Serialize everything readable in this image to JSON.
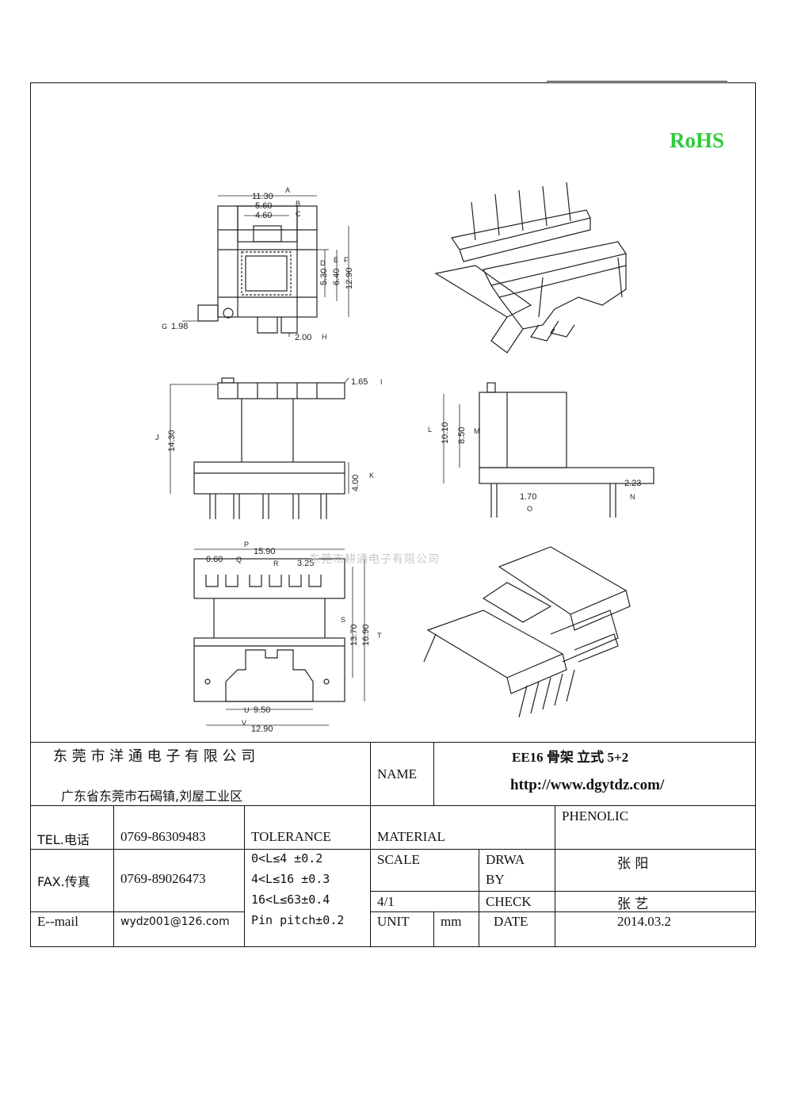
{
  "badge": "RoHS",
  "watermark": "东莞市耕通电子有限公司",
  "dimensions": {
    "A": "11.30",
    "B": "5.60",
    "C": "4.60",
    "D": "5.30",
    "E": "6.40",
    "F": "12.90",
    "G": "1.98",
    "H": "2.00",
    "I": "1.65",
    "J": "14.30",
    "K": "4.00",
    "L": "10.10",
    "M": "8.50",
    "N": "2.23",
    "O": "1.70",
    "P": "15.90",
    "Q": "0.60",
    "R": "3.25",
    "S": "13.70",
    "T": "16.90",
    "U": "9.50",
    "V": "12.90"
  },
  "labels": {
    "A": "A",
    "B": "B",
    "C": "C",
    "D": "D",
    "E": "E",
    "F": "F",
    "G": "G",
    "H": "H",
    "I": "I",
    "J": "J",
    "K": "K",
    "L": "L",
    "M": "M",
    "N": "N",
    "O": "O",
    "P": "P",
    "Q": "Q",
    "R": "R",
    "S": "S",
    "T": "T",
    "U": "U",
    "V": "V"
  },
  "title_block": {
    "company": "东 莞 市 洋 通 电 子 有 限 公 司",
    "address": "广东省东莞市石碣镇,刘屋工业区",
    "name_label": "NAME",
    "product": "EE16 骨架  立式 5+2",
    "website": "http://www.dgytdz.com/",
    "tel_label": "TEL.电话",
    "tel": "0769-86309483",
    "tolerance_label": "TOLERANCE",
    "material_label": "MATERIAL",
    "material": "PHENOLIC",
    "fax_label": "FAX.传真",
    "fax": "0769-89026473",
    "tolerances": [
      "0<L≤4   ±0.2",
      "4<L≤16  ±0.3",
      "16<L≤63±0.4",
      "Pin pitch±0.2"
    ],
    "scale_label": "SCALE",
    "scale": "4/1",
    "drawn_label_1": "DRWA",
    "drawn_label_2": "BY",
    "drawn_by": "张 阳",
    "check_label": "CHECK",
    "checked_by": "张 艺",
    "email_label": "E--mail",
    "email": "wydz001@126.com",
    "unit_label": "UNIT",
    "unit": "mm",
    "date_label": "DATE",
    "date": "2014.03.2"
  }
}
